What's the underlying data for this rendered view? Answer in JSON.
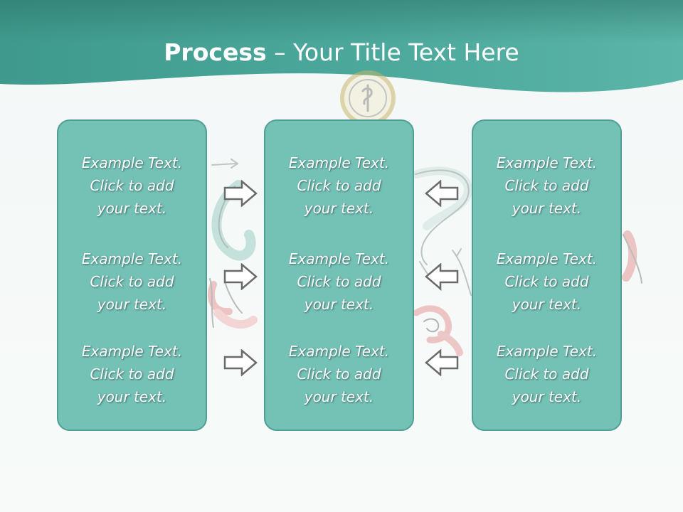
{
  "title": {
    "bold": "Process",
    "separator": " – ",
    "rest": "Your Title Text Here"
  },
  "panels": [
    {
      "blocks": [
        {
          "line1": "Example Text.",
          "line2": "Click  to add",
          "line3": "your text."
        },
        {
          "line1": "Example Text.",
          "line2": "Click  to add",
          "line3": "your text."
        },
        {
          "line1": "Example Text.",
          "line2": "Click  to add",
          "line3": "your text."
        }
      ]
    },
    {
      "blocks": [
        {
          "line1": "Example Text.",
          "line2": "Click  to add",
          "line3": "your text."
        },
        {
          "line1": "Example Text.",
          "line2": "Click  to add",
          "line3": "your text."
        },
        {
          "line1": "Example Text.",
          "line2": "Click  to add",
          "line3": "your text."
        }
      ]
    },
    {
      "blocks": [
        {
          "line1": "Example Text.",
          "line2": "Click  to add",
          "line3": "your text."
        },
        {
          "line1": "Example Text.",
          "line2": "Click  to add",
          "line3": "your text."
        },
        {
          "line1": "Example Text.",
          "line2": "Click  to add",
          "line3": "your text."
        }
      ]
    }
  ],
  "arrows": {
    "left_column": [
      "arrow-right-icon",
      "arrow-right-icon",
      "arrow-right-icon"
    ],
    "right_column": [
      "arrow-left-icon",
      "arrow-left-icon",
      "arrow-left-icon"
    ]
  },
  "colors": {
    "header_dark": "#2f7f72",
    "header_light": "#5bb5a8",
    "panel_fill": "#74c1b6",
    "panel_border": "#4f9f94",
    "text": "#ffffff",
    "arrow_stroke": "#6a6a6a",
    "background": "#f4f8f7"
  }
}
